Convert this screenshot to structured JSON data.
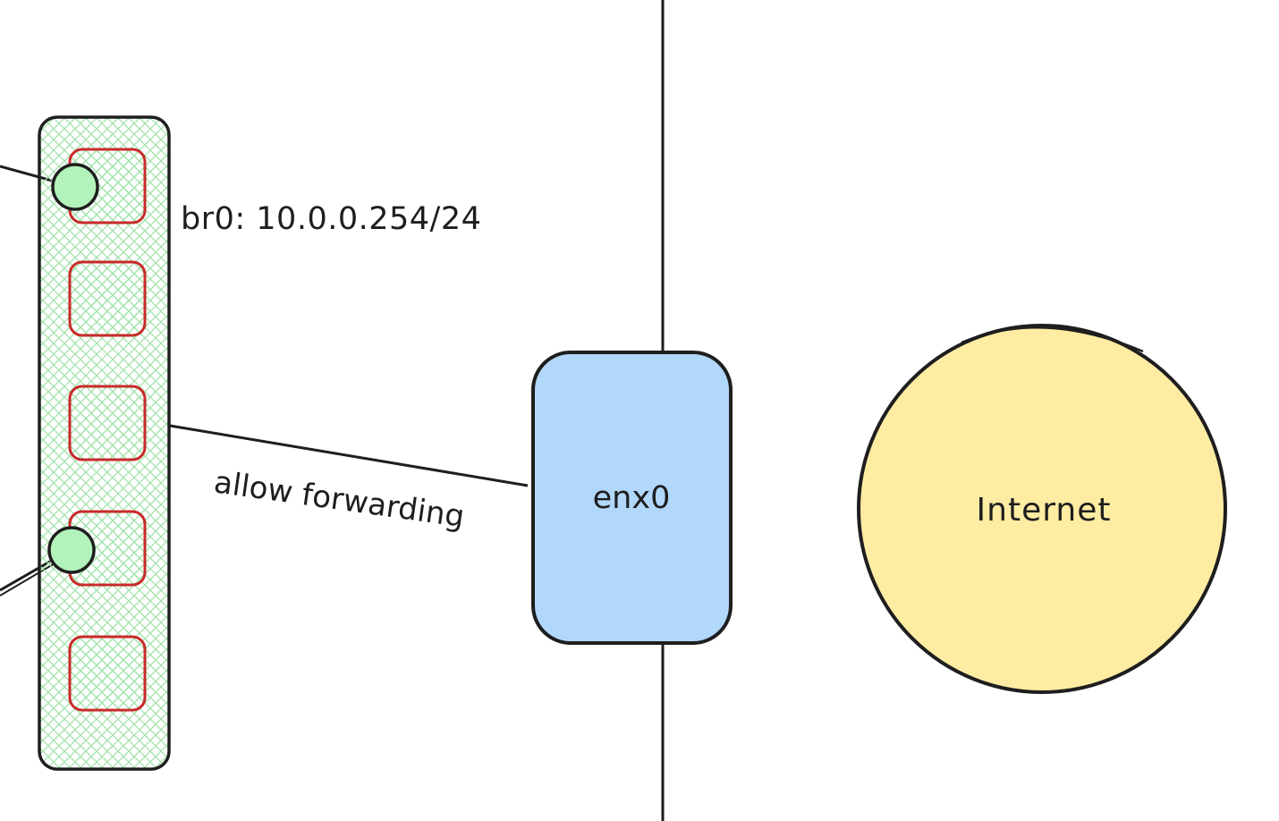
{
  "bridge": {
    "label": "br0: 10.0.0.254/24",
    "fill": "#b2f2bb",
    "stroke": "#1e1e1e",
    "port_stroke": "#c92a2a",
    "port_count": 5,
    "connector_fill": "#b2f2bb"
  },
  "link": {
    "label": "allow forwarding"
  },
  "interface": {
    "label": "enx0",
    "fill": "#b1d7fb",
    "stroke": "#1e1e1e"
  },
  "cloud": {
    "label": "Internet",
    "fill": "#fdeca2",
    "stroke": "#1e1e1e"
  }
}
